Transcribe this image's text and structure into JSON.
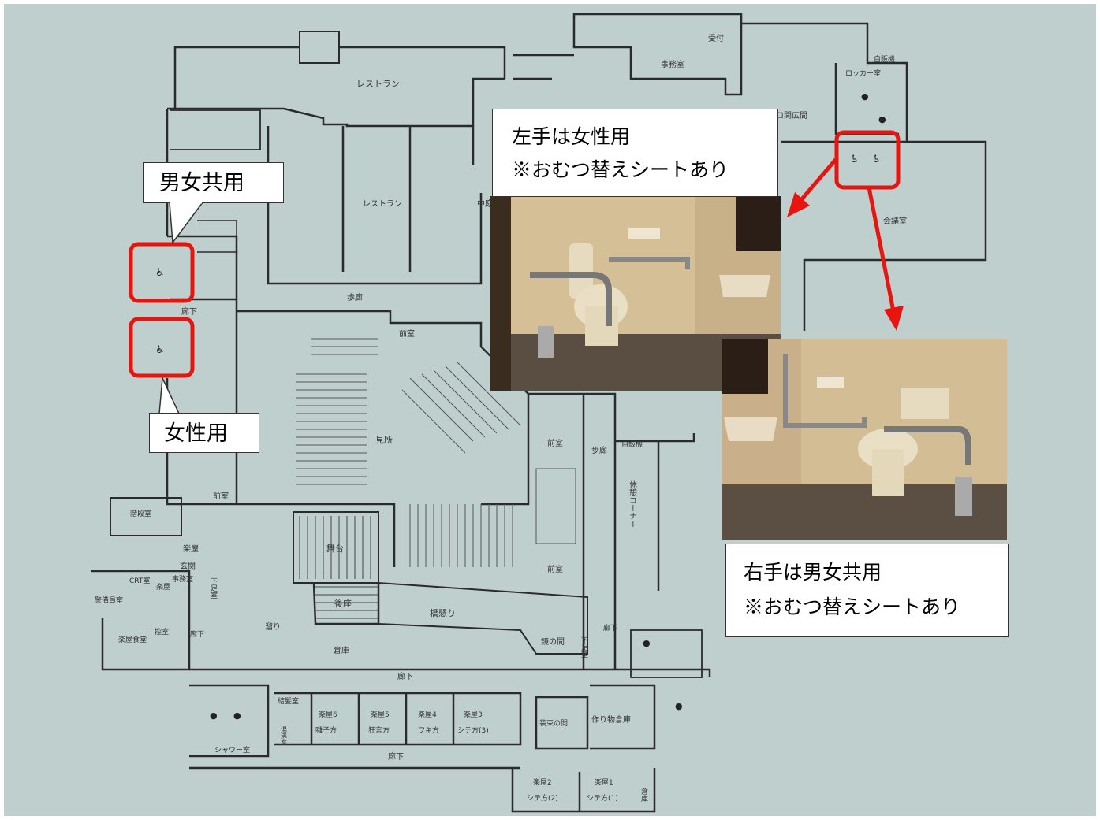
{
  "floor_plan": {
    "room_labels": {
      "restaurant_top": "レストラン",
      "restaurant_mid": "レストラン",
      "reception": "受付",
      "office": "事務室",
      "vending_top": "自販機",
      "locker": "ロッカー室",
      "plaza": "ロ関広間",
      "meeting": "会議室",
      "courtyard": "中庭",
      "walkway_mid": "歩廊",
      "corridor_left": "廊下",
      "anteroom_top": "前室",
      "seating": "見所",
      "anteroom_right1": "前室",
      "walkway_right": "歩廊",
      "vending_right": "自販機",
      "lounge": "休憩コーナー",
      "anteroom_left": "前室",
      "stair": "階段室",
      "backstage_hall": "楽屋",
      "entrance": "玄関",
      "crt": "CRT室",
      "guard": "警備員室",
      "backstage_s": "楽屋",
      "backstage_office": "事務室",
      "shoe_room": "下足室",
      "stage": "舞台",
      "rear_seat": "後座",
      "bridge": "橋懸り",
      "anteroom_right2": "前室",
      "mirror_room": "鏡の間",
      "shoe_room2": "下足室",
      "corridor_mid": "廊下",
      "prep": "控室",
      "backstage_dining": "楽屋食堂",
      "corridor_left2": "廊下",
      "storage": "倉庫",
      "pit": "溜り",
      "corridor_main": "廊下",
      "r6": "楽屋6",
      "r6_sub": "囃子方",
      "r5": "楽屋5",
      "r5_sub": "狂言方",
      "r4": "楽屋4",
      "r4_sub": "ワキ方",
      "r3": "楽屋3",
      "r3_sub": "シテ方(3)",
      "costume": "装束の間",
      "props": "作り物倉庫",
      "hair": "結髪室",
      "shower": "シャワー室",
      "corridor_bottom": "廊下",
      "r2": "楽屋2",
      "r2_sub": "シテ方(2)",
      "r1": "楽屋1",
      "r1_sub": "シテ方(1)",
      "storage2": "倉庫",
      "incense": "湯沸室"
    }
  },
  "callouts": {
    "unisex_left": "男女共用",
    "female_left": "女性用",
    "left_note_line1": "左手は女性用",
    "left_note_line2": "※おむつ替えシートあり",
    "right_note_line1": "右手は男女共用",
    "right_note_line2": "※おむつ替えシートあり"
  },
  "icons": [
    "wheelchair-icon",
    "person-icon",
    "arrow-icon"
  ],
  "colors": {
    "highlight_red": "#e8140f",
    "board_bg": "#bfcfce",
    "wall": "#2b2b2b",
    "callout_bg": "#ffffff"
  }
}
